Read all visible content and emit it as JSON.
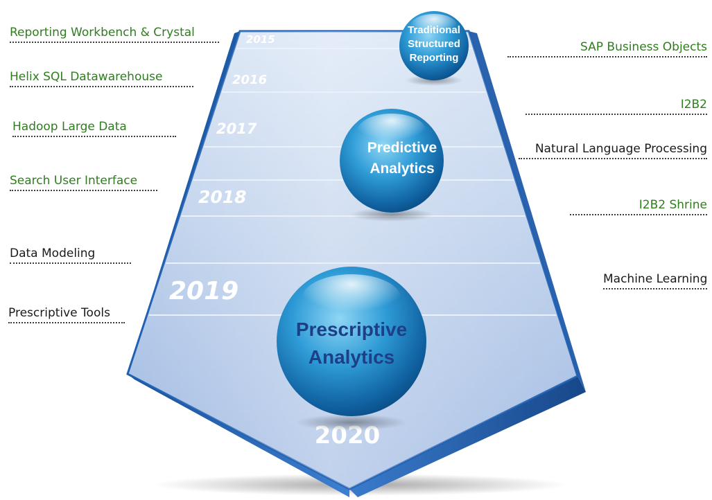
{
  "roadmap": {
    "years": [
      "2015",
      "2016",
      "2017",
      "2018",
      "2019",
      "2020"
    ],
    "stages": [
      {
        "lines": [
          "Traditional",
          "Structured",
          "Reporting"
        ]
      },
      {
        "lines": [
          "Predictive",
          "Analytics"
        ]
      },
      {
        "lines": [
          "Prescriptive",
          "Analytics"
        ]
      }
    ]
  },
  "left_items": [
    {
      "text": "Reporting Workbench & Crystal",
      "color": "green"
    },
    {
      "text": "Helix SQL Datawarehouse",
      "color": "green"
    },
    {
      "text": "Hadoop Large Data",
      "color": "green"
    },
    {
      "text": "Search User Interface",
      "color": "green"
    },
    {
      "text": "Data Modeling",
      "color": "black"
    },
    {
      "text": "Prescriptive Tools",
      "color": "black"
    }
  ],
  "right_items": [
    {
      "text": "SAP Business Objects",
      "color": "green"
    },
    {
      "text": "I2B2",
      "color": "green"
    },
    {
      "text": "Natural Language Processing",
      "color": "black"
    },
    {
      "text": "I2B2 Shrine",
      "color": "green"
    },
    {
      "text": "Machine Learning",
      "color": "black"
    }
  ],
  "colors": {
    "green_text": "#2e7d1e",
    "black_text": "#1a1a1a",
    "road_top": "#c9d9ef",
    "road_bottom": "#a9c1e6",
    "road_edge": "#1f5fb0",
    "sphere": "#1877b8"
  }
}
